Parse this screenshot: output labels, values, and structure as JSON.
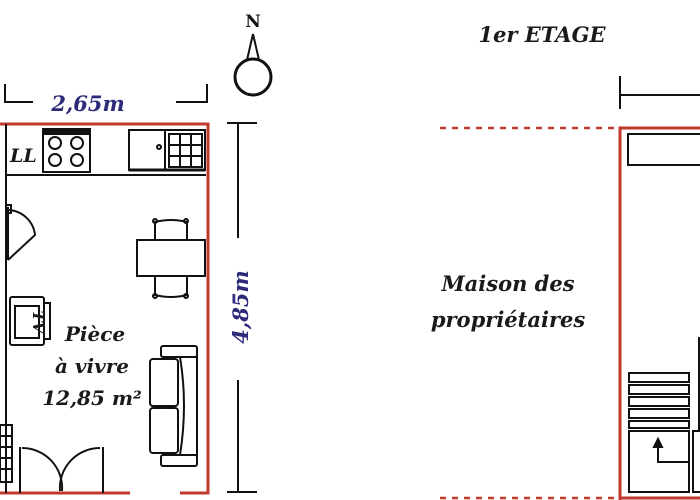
{
  "colors": {
    "wall": "#c0392b",
    "line": "#111111",
    "dimension_text": "#2e2a7a"
  },
  "compass": {
    "label": "N"
  },
  "ground_floor": {
    "width_dimension": "2,65m",
    "height_dimension": "4,85m",
    "kitchen_label": "LL",
    "tv_label": "TV",
    "room": {
      "name_line1": "Pièce",
      "name_line2": "à vivre",
      "area": "12,85 m²"
    }
  },
  "first_floor": {
    "title": "1er ETAGE",
    "neighbour_line1": "Maison des",
    "neighbour_line2": "propriétaires"
  }
}
